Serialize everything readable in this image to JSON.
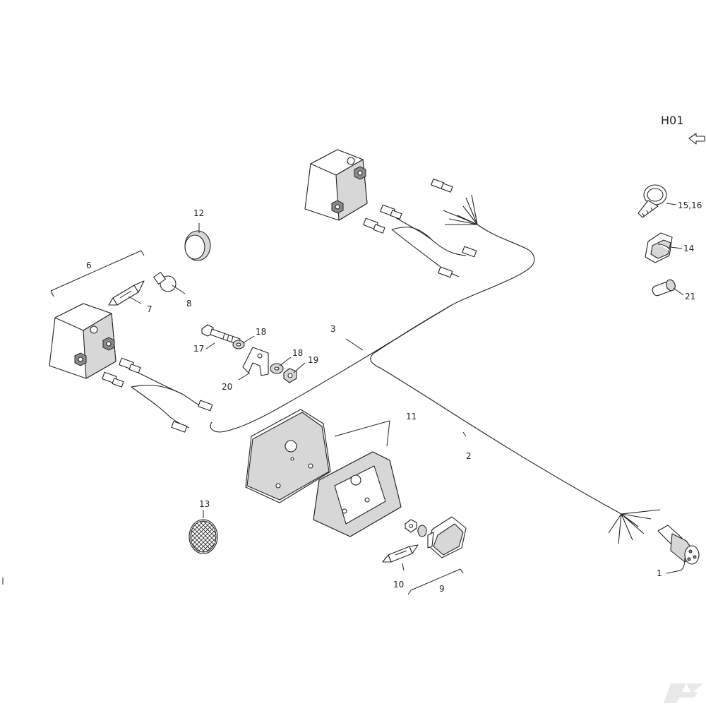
{
  "drawing_code": "H01",
  "callouts": [
    {
      "id": "c1",
      "text": "1"
    },
    {
      "id": "c2",
      "text": "2"
    },
    {
      "id": "c3",
      "text": "3"
    },
    {
      "id": "c6",
      "text": "6"
    },
    {
      "id": "c7",
      "text": "7"
    },
    {
      "id": "c8",
      "text": "8"
    },
    {
      "id": "c9",
      "text": "9"
    },
    {
      "id": "c10",
      "text": "10"
    },
    {
      "id": "c11",
      "text": "11"
    },
    {
      "id": "c12",
      "text": "12"
    },
    {
      "id": "c13",
      "text": "13"
    },
    {
      "id": "c14",
      "text": "14"
    },
    {
      "id": "c1516",
      "text": "15,16"
    },
    {
      "id": "c17",
      "text": "17"
    },
    {
      "id": "c18a",
      "text": "18"
    },
    {
      "id": "c18b",
      "text": "18"
    },
    {
      "id": "c19",
      "text": "19"
    },
    {
      "id": "c20",
      "text": "20"
    },
    {
      "id": "c21",
      "text": "21"
    }
  ],
  "colors": {
    "line": "#222222",
    "fill": "#ffffff",
    "shade": "#d7d7d7",
    "logo": "#e8e8e8"
  },
  "icons": {
    "arrow": "page-arrow-icon",
    "logo": "brand-watermark-icon"
  }
}
